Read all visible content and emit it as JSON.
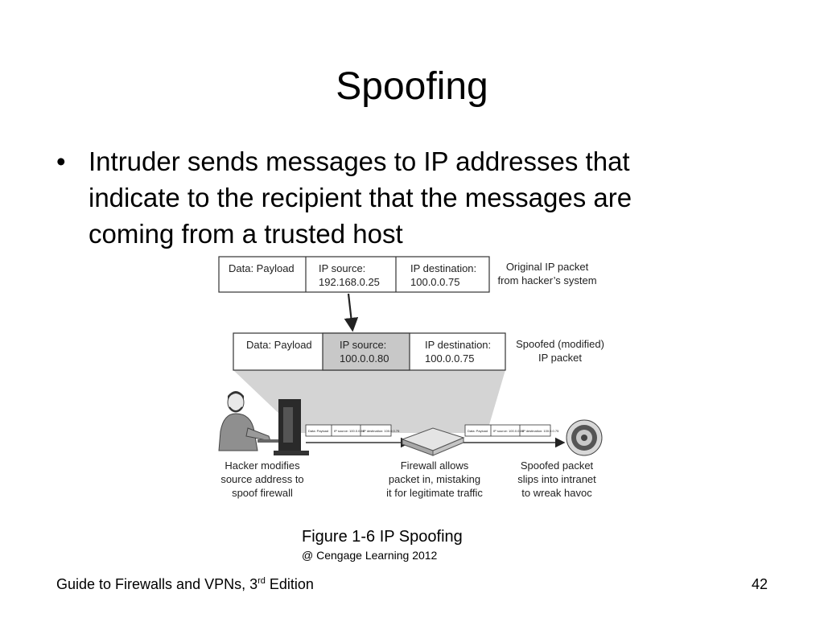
{
  "slide": {
    "title": "Spoofing",
    "bullet": "Intruder sends messages to IP addresses that indicate to the recipient that the messages are coming from a trusted host"
  },
  "figure": {
    "original_packet": {
      "payload": "Data: Payload",
      "source_label": "IP source:",
      "source_value": "192.168.0.25",
      "dest_label": "IP destination:",
      "dest_value": "100.0.0.75",
      "note_line1": "Original IP packet",
      "note_line2": "from hacker’s system"
    },
    "spoofed_packet": {
      "payload": "Data: Payload",
      "source_label": "IP source:",
      "source_value": "100.0.0.80",
      "dest_label": "IP destination:",
      "dest_value": "100.0.0.75",
      "note_line1": "Spoofed (modified)",
      "note_line2": "IP packet"
    },
    "hacker_caption": [
      "Hacker modifies",
      "source address to",
      "spoof firewall"
    ],
    "firewall_caption": [
      "Firewall allows",
      "packet in, mistaking",
      "it for legitimate traffic"
    ],
    "target_caption": [
      "Spoofed packet",
      "slips into intranet",
      "to wreak havoc"
    ],
    "mini_packet_left": {
      "payload": "Data: Payload",
      "source": "IP source: 100.0.0.80",
      "dest": "IP destination: 100.0.0.75"
    },
    "mini_packet_right": {
      "payload": "Data: Payload",
      "source": "IP source: 100.0.0.80",
      "dest": "IP destination: 100.0.0.75"
    }
  },
  "caption": {
    "title": "Figure 1-6 IP Spoofing",
    "credit": "@ Cengage Learning 2012"
  },
  "footer": {
    "book_prefix": "Guide to Firewalls and VPNs, 3",
    "book_sup": "rd",
    "book_suffix": " Edition",
    "page": "42"
  },
  "colors": {
    "shaded_cell": "#c8c8c8",
    "cone": "#d4d4d4",
    "line": "#333333"
  }
}
